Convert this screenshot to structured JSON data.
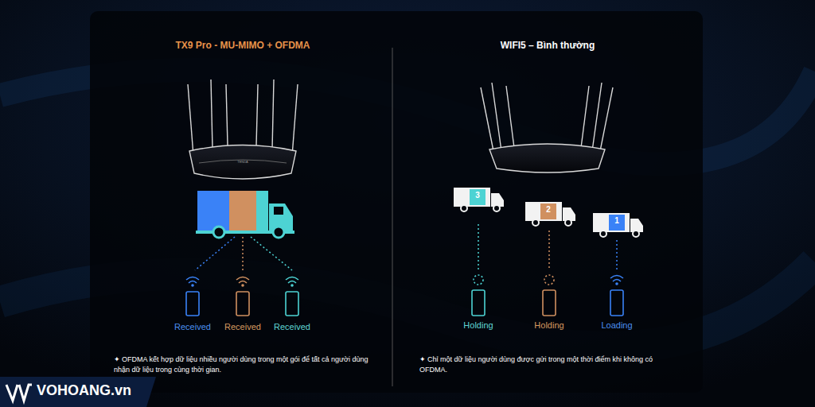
{
  "diagram": {
    "labels": [
      "TX9 Pro - MU-MIMO + OFDMA",
      "WIFI5 – Bình thường",
      "TENDA",
      "3",
      "2",
      "1",
      "Received",
      "Received",
      "Received",
      "Holding",
      "Holding",
      "Loading",
      "✦ OFDMA kết hợp dữ liệu nhiều người dùng trong một gói để tất cả người dùng nhận dữ liệu trong cùng thời gian.",
      "✦ Chỉ một dữ liệu người dùng được gửi trong một thời điểm khi không có OFDMA.",
      "VOHOANG.vn"
    ]
  }
}
